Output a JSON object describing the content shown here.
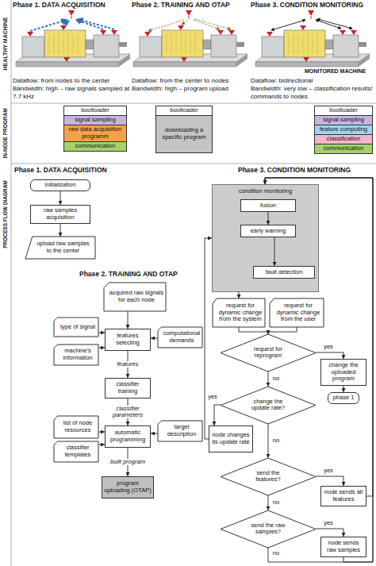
{
  "diagram": {
    "nodes": [
      {
        "text": [
          "bootloader"
        ]
      },
      {
        "text": [
          "signal sampling"
        ]
      },
      {
        "text": [
          "raw data acquisition programm"
        ]
      },
      {
        "text": [
          "communication"
        ]
      },
      {
        "text": [
          "bootloader"
        ]
      },
      {
        "text": [
          "downloading a specific program"
        ]
      },
      {
        "text": [
          "bootloader"
        ]
      },
      {
        "text": [
          "signal sampling"
        ]
      },
      {
        "text": [
          "feature computing"
        ]
      },
      {
        "text": [
          "classification"
        ]
      },
      {
        "text": [
          "communication"
        ]
      },
      {
        "text": [
          "initialization"
        ]
      },
      {
        "text": [
          "raw samples acquisition"
        ]
      },
      {
        "text": [
          "upload raw samples to the center"
        ]
      },
      {
        "text": [
          "acquired raw signals for each node"
        ]
      },
      {
        "text": [
          "type of signal"
        ]
      },
      {
        "text": [
          "machine's information"
        ]
      },
      {
        "text": [
          "features selecting"
        ]
      },
      {
        "text": [
          "computational demands"
        ]
      },
      {
        "text": [
          "classifier training"
        ]
      },
      {
        "text": [
          "list of node resources"
        ]
      },
      {
        "text": [
          "classifier templates"
        ]
      },
      {
        "text": [
          "automatic programming"
        ]
      },
      {
        "text": [
          "target description"
        ]
      },
      {
        "text": [
          "program uploading (OTAP)"
        ]
      },
      {
        "text": [
          "condition monitoring"
        ]
      },
      {
        "text": [
          "fusion"
        ],
        "in": 25
      },
      {
        "text": [
          "early warning"
        ],
        "in": 25
      },
      {
        "text": [
          "fault detection"
        ],
        "in": 25
      },
      {
        "text": [
          "request for dynamic change from the system"
        ]
      },
      {
        "text": [
          "request for dynamic change from the user"
        ]
      },
      {
        "text": [
          "request for reprogram"
        ]
      },
      {
        "text": [
          "change the uploaded program"
        ]
      },
      {
        "text": [
          "phase 1"
        ]
      },
      {
        "text": [
          "change the update rate?"
        ]
      },
      {
        "text": [
          "node changes its update rate"
        ]
      },
      {
        "text": [
          "send the features?"
        ]
      },
      {
        "text": [
          "node sends all features"
        ]
      },
      {
        "text": [
          "send the raw samples?"
        ]
      },
      {
        "text": [
          "node sends raw samples"
        ]
      }
    ],
    "edges": [
      {
        "from": 11,
        "to": 12,
        "arrow": "to"
      },
      {
        "from": 12,
        "to": 13,
        "arrow": "to"
      },
      {
        "from": 14,
        "to": 17,
        "arrow": "to"
      },
      {
        "from": 15,
        "to": 17,
        "arrow": "to"
      },
      {
        "from": 16,
        "to": 17,
        "arrow": "to"
      },
      {
        "from": 18,
        "to": 17,
        "arrow": "to"
      },
      {
        "from": 17,
        "to": 19,
        "arrow": "to",
        "label": "features"
      },
      {
        "from": 19,
        "to": 22,
        "arrow": "to",
        "label": "classifier parameters"
      },
      {
        "from": 20,
        "to": 22,
        "arrow": "to"
      },
      {
        "from": 21,
        "to": 22,
        "arrow": "to"
      },
      {
        "from": 23,
        "to": 22,
        "arrow": "to"
      },
      {
        "from": 22,
        "to": 24,
        "arrow": "to",
        "label": "built program"
      },
      {
        "from": 26,
        "to": 27,
        "arrow": "to"
      },
      {
        "from": 27,
        "to": 28,
        "arrow": "to"
      },
      {
        "from": 25,
        "to": 29,
        "arrow": "to"
      },
      {
        "from": 29,
        "to": 31,
        "arrow": "to"
      },
      {
        "from": 30,
        "to": 31,
        "arrow": "to"
      },
      {
        "from": 31,
        "to": 32,
        "arrow": "to",
        "label": "yes"
      },
      {
        "from": 32,
        "to": 33,
        "arrow": "to"
      },
      {
        "from": 31,
        "to": 34,
        "arrow": "to",
        "label": "no"
      },
      {
        "from": 34,
        "to": 35,
        "arrow": "to",
        "label": "yes"
      },
      {
        "from": 34,
        "to": 36,
        "arrow": "to",
        "label": "no"
      },
      {
        "from": 36,
        "to": 37,
        "arrow": "to",
        "label": "yes"
      },
      {
        "from": 36,
        "to": 38,
        "arrow": "to",
        "label": "no"
      },
      {
        "from": 38,
        "to": 39,
        "arrow": "to",
        "label": "yes"
      },
      {
        "from": 38,
        "to": 25,
        "arrow": "to",
        "label": "no"
      },
      {
        "from": 35,
        "to": 25,
        "arrow": "to"
      },
      {
        "from": 37,
        "to": 25,
        "arrow": "to"
      },
      {
        "from": 39,
        "to": 25,
        "arrow": "to"
      }
    ],
    "labels": [
      "Phase 1. DATA ACQUISITION",
      "Phase 2. TRAINING AND OTAP",
      "Phase 3. CONDITION MONITORING",
      "HEALTHY MACHINE",
      "MONITORED MACHINE",
      "Dataflow: from nodes to the center",
      "Bandwidth: high – raw signals sampled at 7.7 kHz",
      "Dataflow: from the center to nodes",
      "Bandwidth: high – program upload",
      "Dataflow: bidirectional",
      "Bandwidth: very low – classification results/ commands to nodes",
      "IN-NODE PROGRAM",
      "PROCESS FLOW DIAGRAM",
      "Phase 1. DATA ACQUISITION",
      "Phase 2. TRAINING AND OTAP",
      "Phase 3. CONDITION MONITORING"
    ]
  }
}
